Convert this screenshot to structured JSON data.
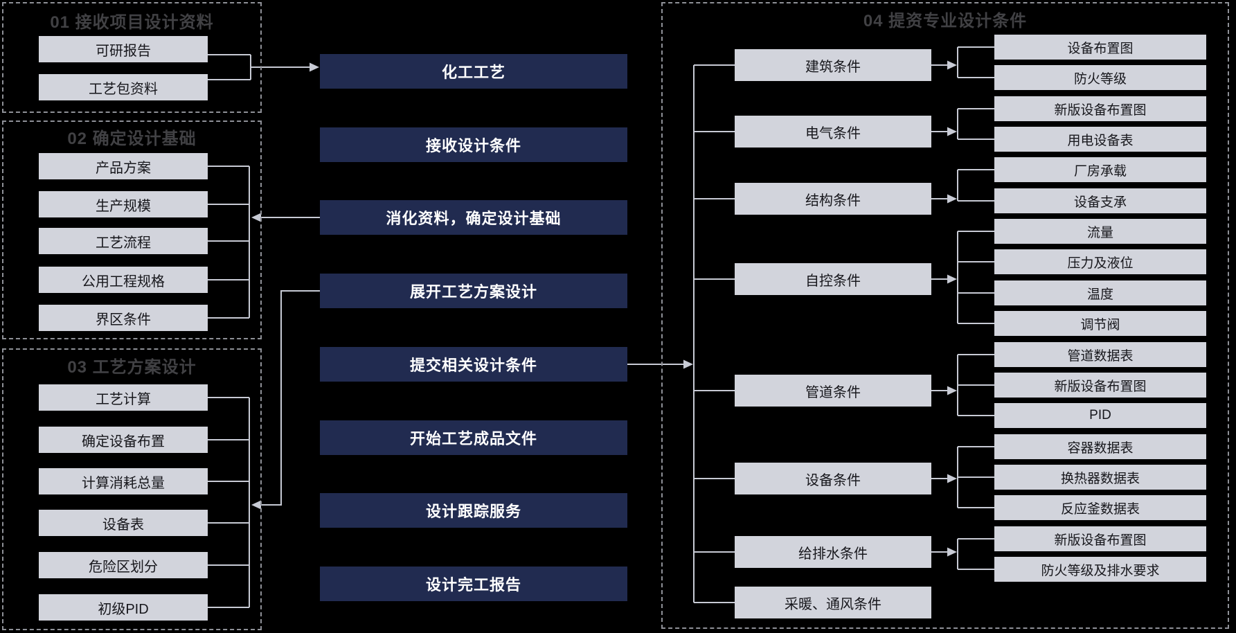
{
  "colors": {
    "bg": "#000000",
    "step-bg": "#212b50",
    "step-text": "#ffffff",
    "item-bg": "#d2d4dc",
    "item-text": "#17171c",
    "title-col": "#414144",
    "border-col": "#8f9198",
    "connector": "#c8cbd5"
  },
  "flow": {
    "groups": [
      {
        "title": "01 接收项目设计资料",
        "items": [
          "可研报告",
          "工艺包资料"
        ]
      },
      {
        "title": "02 确定设计基础",
        "items": [
          "产品方案",
          "生产规模",
          "工艺流程",
          "公用工程规格",
          "界区条件"
        ]
      },
      {
        "title": "03 工艺方案设计",
        "items": [
          "工艺计算",
          "确定设备布置",
          "计算消耗总量",
          "设备表",
          "危险区划分",
          "初级PID"
        ]
      }
    ],
    "steps": [
      "化工工艺",
      "接收设计条件",
      "消化资料，确定设计基础",
      "展开工艺方案设计",
      "提交相关设计条件",
      "开始工艺成品文件",
      "设计跟踪服务",
      "设计完工报告"
    ],
    "group4": {
      "title": "04 提资专业设计条件",
      "categories": [
        {
          "label": "建筑条件",
          "outputs": [
            "设备布置图",
            "防火等级"
          ]
        },
        {
          "label": "电气条件",
          "outputs": [
            "新版设备布置图",
            "用电设备表"
          ]
        },
        {
          "label": "结构条件",
          "outputs": [
            "厂房承载",
            "设备支承"
          ]
        },
        {
          "label": "自控条件",
          "outputs": [
            "流量",
            "压力及液位",
            "温度",
            "调节阀"
          ]
        },
        {
          "label": "管道条件",
          "outputs": [
            "管道数据表",
            "新版设备布置图",
            "PID"
          ]
        },
        {
          "label": "设备条件",
          "outputs": [
            "容器数据表",
            "换热器数据表",
            "反应釜数据表"
          ]
        },
        {
          "label": "给排水条件",
          "outputs": [
            "新版设备布置图",
            "防火等级及排水要求"
          ]
        },
        {
          "label": "采暖、通风条件",
          "outputs": []
        }
      ]
    }
  }
}
